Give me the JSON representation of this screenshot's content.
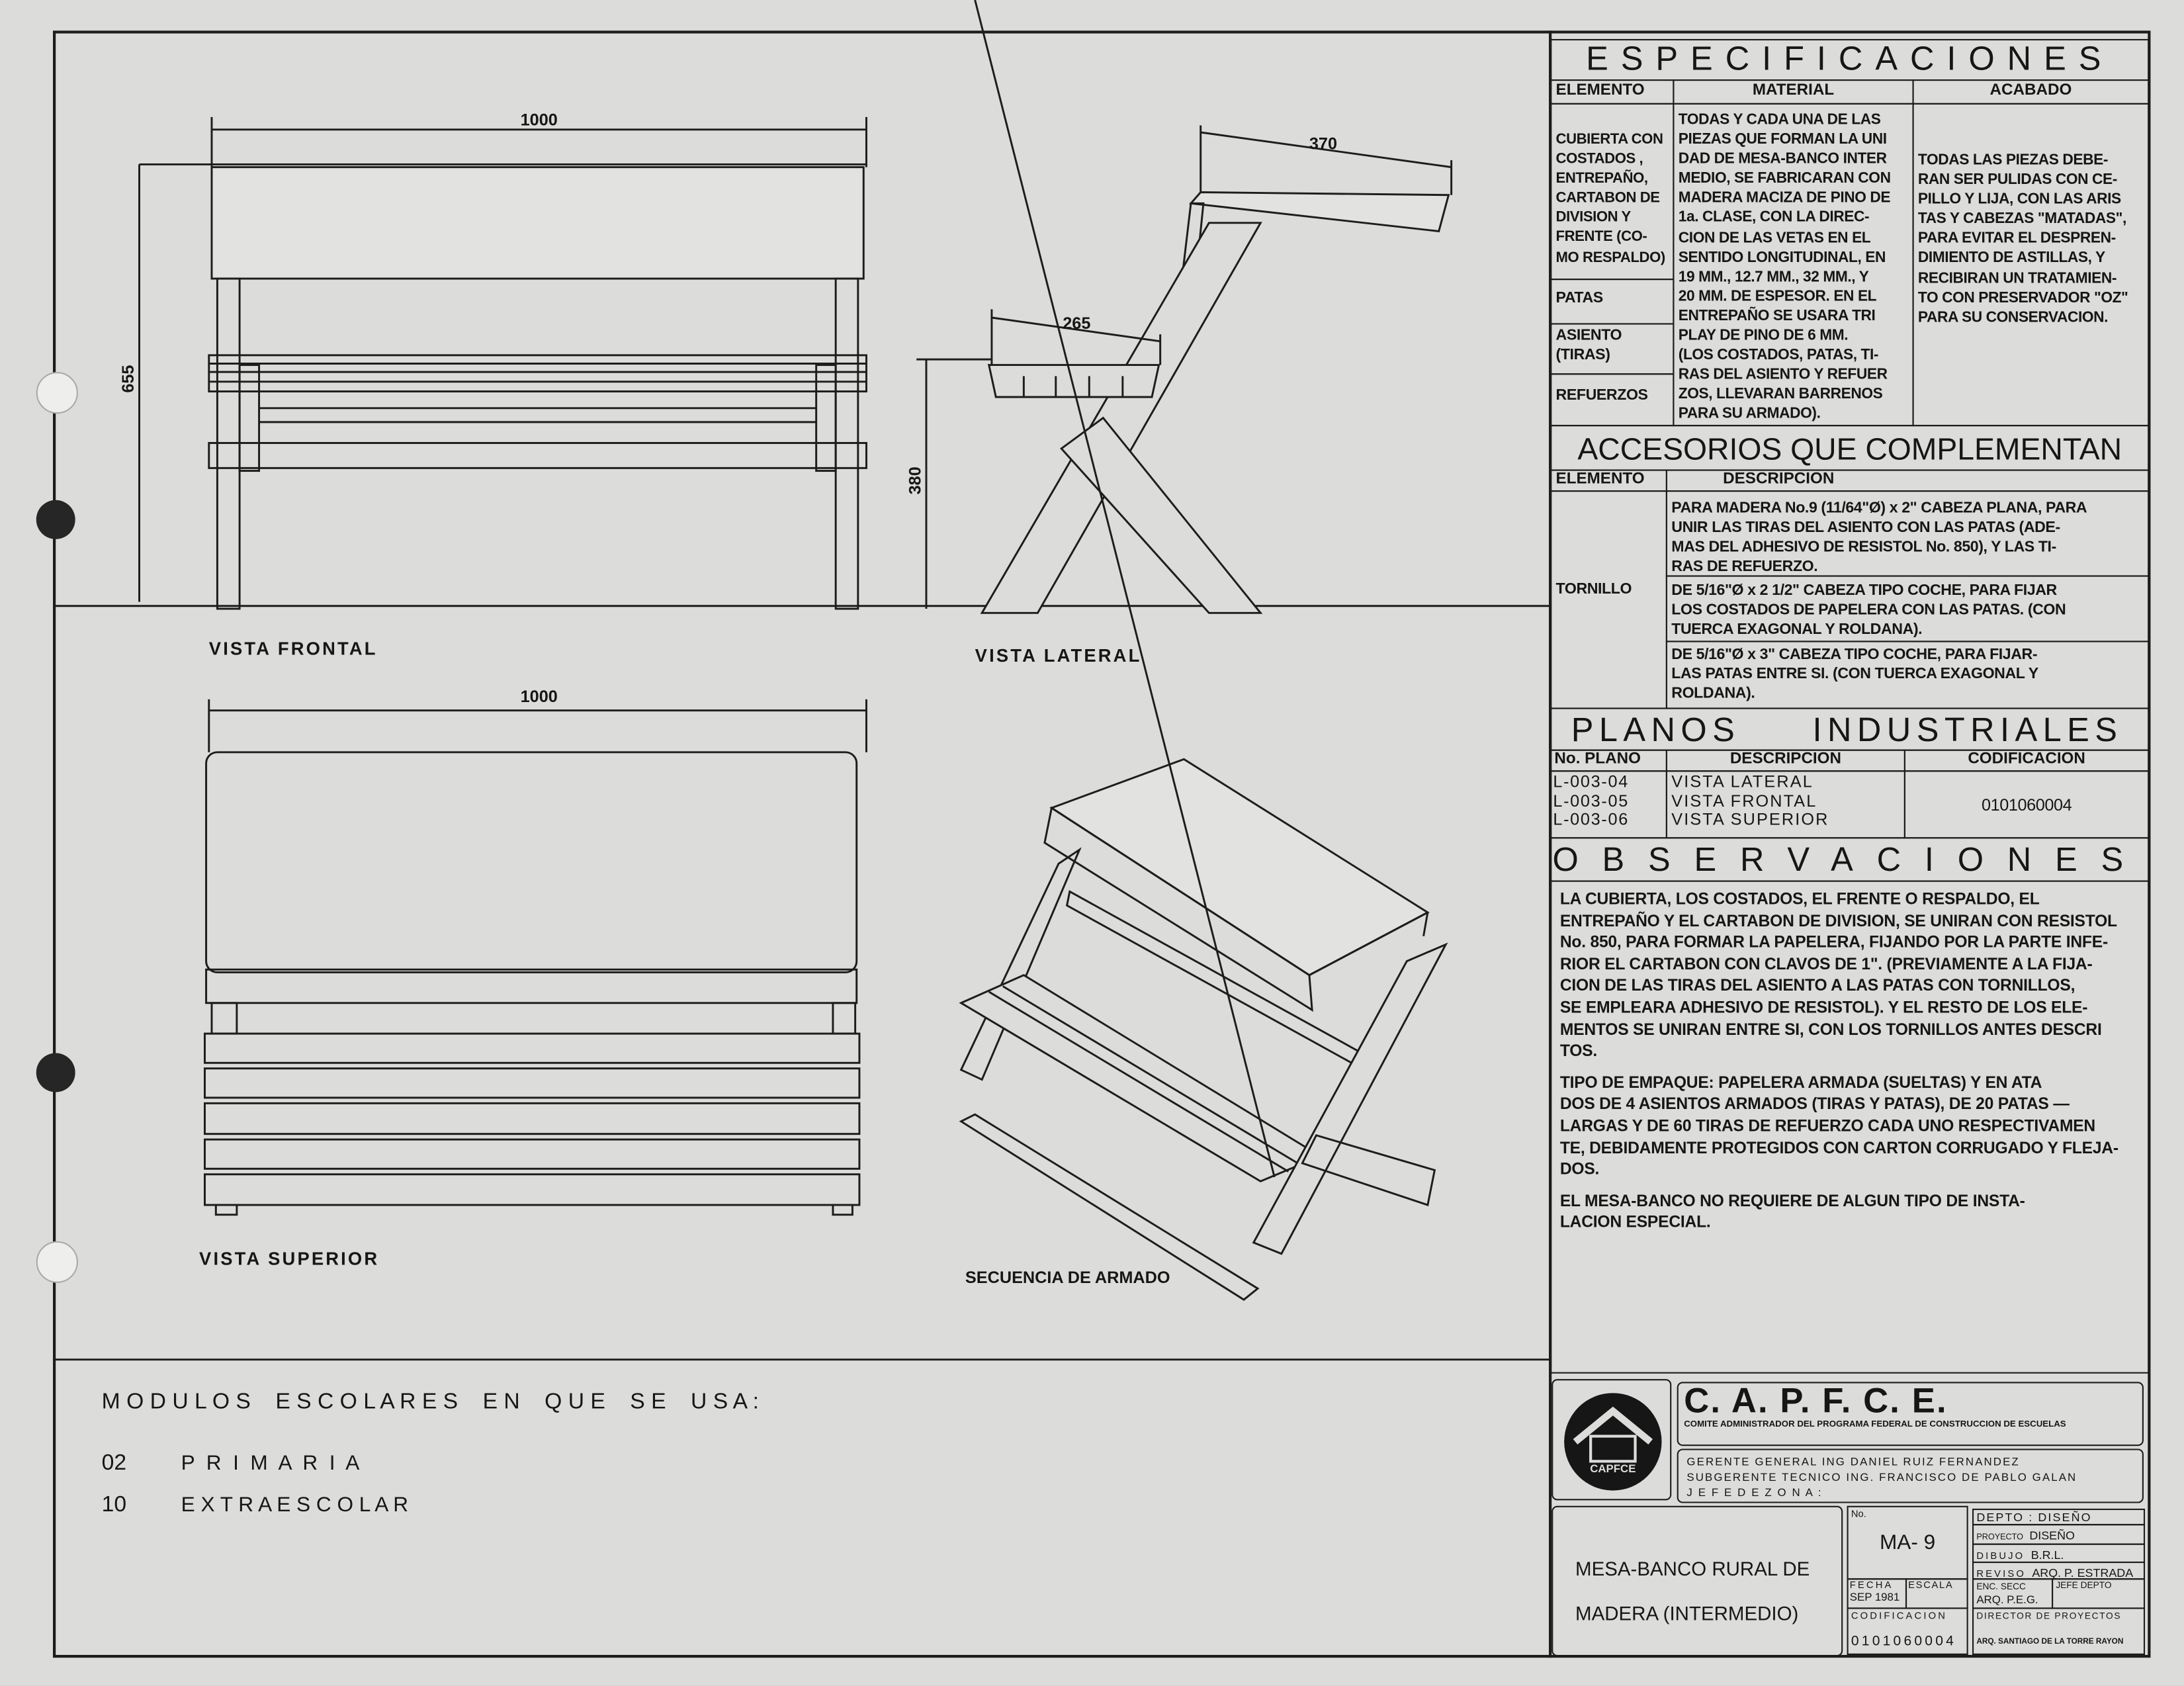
{
  "drawing": {
    "front": {
      "label": "VISTA FRONTAL",
      "dim_width": "1000",
      "dim_height": "655"
    },
    "lateral": {
      "label": "VISTA LATERAL",
      "dim_top": "370",
      "dim_seat": "265",
      "dim_height": "380"
    },
    "top": {
      "label": "VISTA SUPERIOR",
      "dim_width": "1000"
    },
    "assembly": {
      "label": "SECUENCIA DE ARMADO"
    }
  },
  "modulos": {
    "title": "M O D U L O S    E S C O L A R E S    E N    Q U E    S E    U S A :",
    "items": [
      {
        "code": "02",
        "name": "P  R  I  M  A  R  I  A"
      },
      {
        "code": "10",
        "name": "E X T R A E S C O L A R"
      }
    ]
  },
  "specs": {
    "title": "ESPECIFICACIONES",
    "headers": {
      "elemento": "ELEMENTO",
      "material": "MATERIAL",
      "acabado": "ACABADO"
    },
    "elements": [
      "CUBIERTA CON\nCOSTADOS ,\nENTREPAÑO,\nCARTABON DE\nDIVISION  Y\nFRENTE (CO-\nMO RESPALDO)",
      "PATAS",
      "ASIENTO\n(TIRAS)",
      "REFUERZOS"
    ],
    "material": "TODAS Y CADA UNA DE LAS\nPIEZAS QUE FORMAN LA UNI\nDAD DE MESA-BANCO INTER\nMEDIO, SE FABRICARAN CON\nMADERA MACIZA DE PINO DE\n1a. CLASE, CON LA DIREC-\nCION DE LAS VETAS EN EL\nSENTIDO LONGITUDINAL, EN\n19 MM., 12.7 MM., 32 MM., Y\n20 MM. DE ESPESOR. EN EL\nENTREPAÑO SE USARA TRI\nPLAY DE PINO DE 6 MM.\n(LOS COSTADOS, PATAS, TI-\nRAS DEL ASIENTO Y REFUER\nZOS, LLEVARAN BARRENOS\nPARA SU ARMADO).",
    "acabado": "TODAS LAS PIEZAS DEBE-\nRAN SER PULIDAS CON CE-\nPILLO Y LIJA, CON LAS ARIS\nTAS Y CABEZAS \"MATADAS\",\nPARA EVITAR EL DESPREN-\nDIMIENTO DE ASTILLAS, Y\nRECIBIRAN UN TRATAMIEN-\nTO CON PRESERVADOR \"OZ\"\nPARA SU CONSERVACION."
  },
  "accesorios": {
    "title": "ACCESORIOS QUE COMPLEMENTAN",
    "headers": {
      "elemento": "ELEMENTO",
      "descripcion": "DESCRIPCION"
    },
    "element": "TORNILLO",
    "rows": [
      "PARA MADERA No.9 (11/64\"Ø) x 2\" CABEZA PLANA, PARA\nUNIR LAS TIRAS DEL ASIENTO CON LAS PATAS (ADE-\nMAS DEL ADHESIVO DE RESISTOL No. 850), Y LAS TI-\nRAS DE REFUERZO.",
      "DE 5/16\"Ø x 2 1/2\" CABEZA TIPO COCHE, PARA FIJAR\nLOS COSTADOS DE PAPELERA CON LAS PATAS. (CON\nTUERCA EXAGONAL Y ROLDANA).",
      "DE 5/16\"Ø x 3\" CABEZA TIPO COCHE, PARA FIJAR-\nLAS PATAS ENTRE SI. (CON TUERCA EXAGONAL Y\nROLDANA)."
    ]
  },
  "planos": {
    "title_left": "PLANOS",
    "title_right": "INDUSTRIALES",
    "headers": {
      "no": "No. PLANO",
      "descripcion": "DESCRIPCION",
      "codificacion": "CODIFICACION"
    },
    "numbers": "L-003-04\nL-003-05\nL-003-06",
    "descriptions": "VISTA LATERAL\nVISTA FRONTAL\nVISTA SUPERIOR",
    "codificacion": "0101060004"
  },
  "observaciones": {
    "title": "OBSERVACIONES",
    "paragraphs": [
      "        LA CUBIERTA, LOS COSTADOS, EL FRENTE O RESPALDO, EL\nENTREPAÑO Y EL CARTABON DE DIVISION, SE UNIRAN CON RESISTOL\nNo. 850, PARA FORMAR LA PAPELERA, FIJANDO POR LA PARTE INFE-\nRIOR EL CARTABON CON CLAVOS DE 1\". (PREVIAMENTE A LA FIJA-\nCION DE LAS TIRAS DEL ASIENTO A LAS PATAS CON TORNILLOS,\nSE EMPLEARA ADHESIVO DE RESISTOL). Y EL RESTO DE LOS ELE-\nMENTOS SE UNIRAN ENTRE SI, CON LOS TORNILLOS ANTES DESCRI\nTOS.",
      "        TIPO DE EMPAQUE: PAPELERA ARMADA (SUELTAS) Y EN ATA\nDOS DE 4 ASIENTOS ARMADOS (TIRAS Y PATAS), DE 20 PATAS —\nLARGAS Y DE 60 TIRAS DE REFUERZO CADA UNO RESPECTIVAMEN\nTE, DEBIDAMENTE PROTEGIDOS CON CARTON CORRUGADO Y FLEJA-\nDOS.",
      "        EL MESA-BANCO NO REQUIERE DE ALGUN TIPO DE INSTA-\nLACION ESPECIAL."
    ]
  },
  "title_block": {
    "logo_text": "CAPFCE",
    "org": "C.  A.  P.  F.  C.  E.",
    "org_full": "COMITE ADMINISTRADOR DEL PROGRAMA FEDERAL DE CONSTRUCCION DE ESCUELAS",
    "gerente": "GERENTE  GENERAL  ING  DANIEL  RUIZ  FERNANDEZ",
    "subgerente": "SUBGERENTE TECNICO  ING. FRANCISCO  DE  PABLO GALAN",
    "jefe_zona": "J E F E   D E   Z O N A :",
    "title_line1": "MESA-BANCO RURAL DE",
    "title_line2": "MADERA (INTERMEDIO)",
    "no_label": "No.",
    "no_value": "MA- 9",
    "fecha_label": "FECHA",
    "fecha_value": "SEP 1981",
    "escala_label": "ESCALA",
    "codificacion_label": "CODIFICACION",
    "codificacion_value": "0101060004",
    "depto": "DEPTO : DISEÑO",
    "proyecto_label": "PROYECTO",
    "proyecto_value": "DISEÑO",
    "dibujo_label": "DIBUJO",
    "dibujo_value": "B.R.L.",
    "reviso_label": "REVISO",
    "reviso_value": "ARQ. P. ESTRADA",
    "enc_secc_label": "ENC.  SECC",
    "enc_secc_value": "ARQ.  P.E.G.",
    "jefe_depto_label": "JEFE  DEPTO",
    "director_label": "DIRECTOR DE PROYECTOS",
    "director_value": "ARQ. SANTIAGO DE LA TORRE RAYON"
  }
}
